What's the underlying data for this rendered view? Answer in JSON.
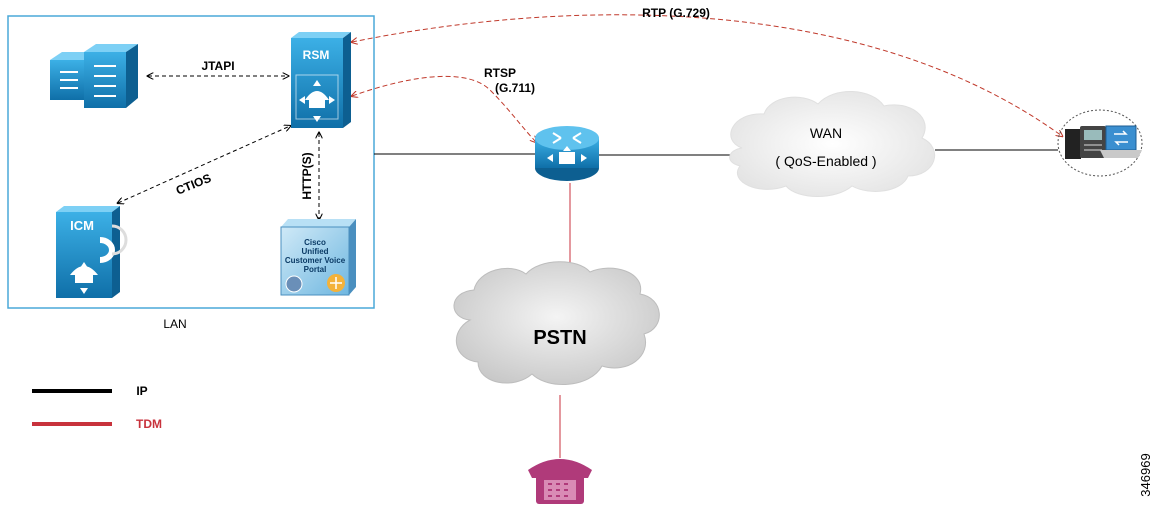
{
  "labels": {
    "rtp": "RTP (G.729)",
    "rtsp_line1": "RTSP",
    "rtsp_line2": "(G.711)",
    "jtapi": "JTAPI",
    "ctios": "CTIOS",
    "https": "HTTP(S)",
    "lan": "LAN",
    "wan": "WAN",
    "wan_qos": "( QoS-Enabled )",
    "pstn": "PSTN",
    "figure_id": "346969"
  },
  "nodes": {
    "rsm": "RSM",
    "icm": "ICM",
    "cvp_line1": "Cisco",
    "cvp_line2": "Unified",
    "cvp_line3": "Customer Voice",
    "cvp_line4": "Portal"
  },
  "legend": {
    "ip_label": "IP",
    "tdm_label": "TDM",
    "ip_color": "#000000",
    "tdm_color": "#c8323c"
  },
  "colors": {
    "lan_border": "#4aa8d8",
    "device_blue": "#1d8ac4",
    "dashed_red": "#c0392b",
    "cloud_fill": "#d3d3d3",
    "tdm_phone": "#b03a7a"
  }
}
